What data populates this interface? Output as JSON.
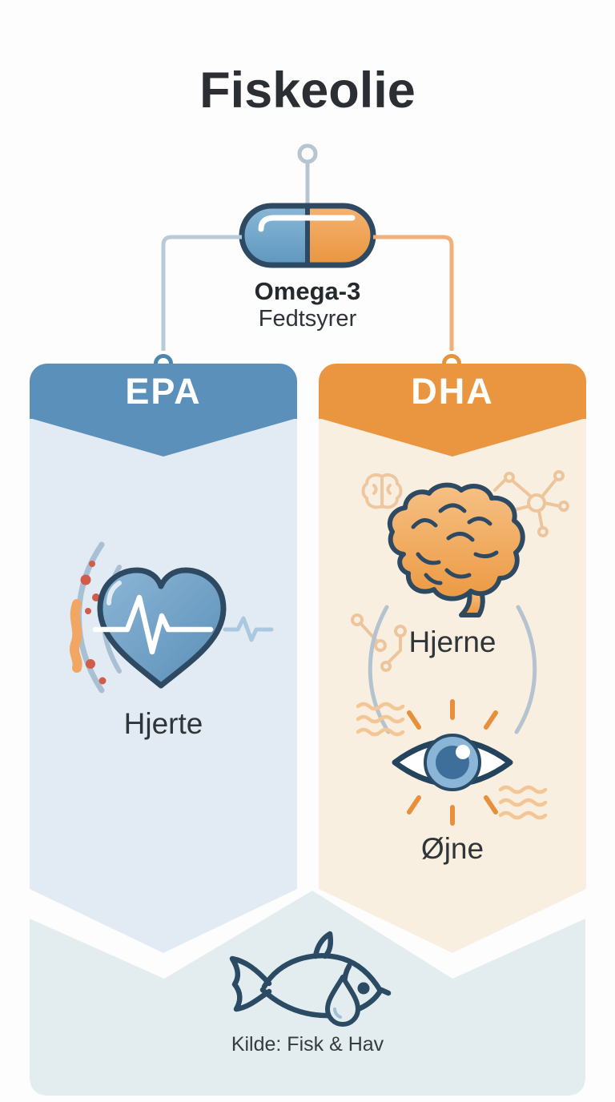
{
  "title": "Fiskeolie",
  "capsule": {
    "title": "Omega-3",
    "subtitle": "Fedtsyrer",
    "icon": "pill-capsule-icon",
    "left_color": "#6ca4c9",
    "right_color": "#f0a154"
  },
  "columns": [
    {
      "header": "EPA",
      "accent_color": "#5b90ba",
      "panel_color": "#e2ebf3",
      "items": [
        {
          "label": "Hjerte",
          "icon": "heart-ekg-icon"
        }
      ]
    },
    {
      "header": "DHA",
      "accent_color": "#ea9540",
      "panel_color": "#f9efe1",
      "items": [
        {
          "label": "Hjerne",
          "icon": "brain-icon"
        },
        {
          "label": "Øjne",
          "icon": "eye-icon"
        }
      ]
    }
  ],
  "footer": {
    "source": "Kilde: Fisk & Hav",
    "icon": "fish-oil-drop-icon",
    "panel_color": "#e3ecef"
  },
  "connector_colors": {
    "top": "#b7c5d1",
    "left": "#b9cbd8",
    "right": "#f0b078"
  },
  "outline_color": "#2e4a63"
}
